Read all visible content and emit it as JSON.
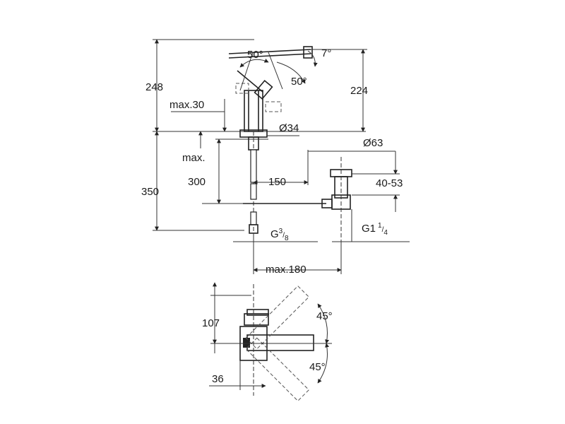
{
  "side_view": {
    "angle_lever_back": "50°",
    "angle_spout": "7°",
    "angle_lever_fwd": "50°",
    "height_total": "248",
    "height_spout": "224",
    "max_thickness": "max.30",
    "diameter_body": "Ø34",
    "max_label": "max.",
    "depth_300": "300",
    "height_350": "350",
    "offset_150": "150",
    "diameter_waste": "Ø63",
    "range_waste": "40-53",
    "thread_g": "G",
    "thread_g_sup": "3",
    "thread_g_sub": "8",
    "thread_g1": "G1",
    "thread_g1_sup": "1",
    "thread_g1_sub": "4",
    "max_180": "max.180"
  },
  "top_view": {
    "depth_107": "107",
    "angle_upper": "45°",
    "angle_lower": "45°",
    "width_36": "36"
  }
}
